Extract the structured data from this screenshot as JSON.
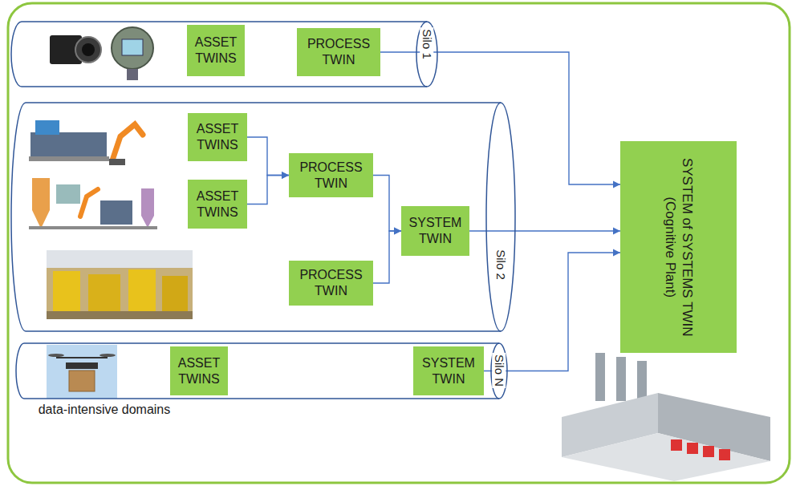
{
  "diagram": {
    "nodes": [
      {
        "text": [
          "Silo 1"
        ]
      },
      {
        "text": [
          "ASSET TWINS"
        ],
        "in": 0
      },
      {
        "text": [
          "PROCESS TWIN"
        ],
        "in": 0
      },
      {
        "text": [
          "Silo 2"
        ]
      },
      {
        "text": [
          "ASSET TWINS"
        ],
        "in": 3
      },
      {
        "text": [
          "ASSET TWINS"
        ],
        "in": 3
      },
      {
        "text": [
          "PROCESS TWIN"
        ],
        "in": 3
      },
      {
        "text": [
          "PROCESS TWIN"
        ],
        "in": 3
      },
      {
        "text": [
          "SYSTEM TWIN"
        ],
        "in": 3
      },
      {
        "text": [
          "Silo N"
        ]
      },
      {
        "text": [
          "ASSET TWINS"
        ],
        "in": 9
      },
      {
        "text": [
          "SYSTEM TWIN"
        ],
        "in": 9
      },
      {
        "text": [
          "SYSTEM of SYSTEMS TWIN (Cognitive Plant)"
        ]
      }
    ],
    "edges": [
      {
        "from": 2,
        "to": 12,
        "arrow": "to"
      },
      {
        "from": 4,
        "to": 6,
        "arrow": "to"
      },
      {
        "from": 5,
        "to": 6,
        "arrow": "to"
      },
      {
        "from": 6,
        "to": 8,
        "arrow": "to"
      },
      {
        "from": 7,
        "to": 8,
        "arrow": "to"
      },
      {
        "from": 8,
        "to": 12,
        "arrow": "to"
      },
      {
        "from": 11,
        "to": 12,
        "arrow": "to"
      }
    ],
    "labels": [
      "data-intensive domains"
    ]
  }
}
